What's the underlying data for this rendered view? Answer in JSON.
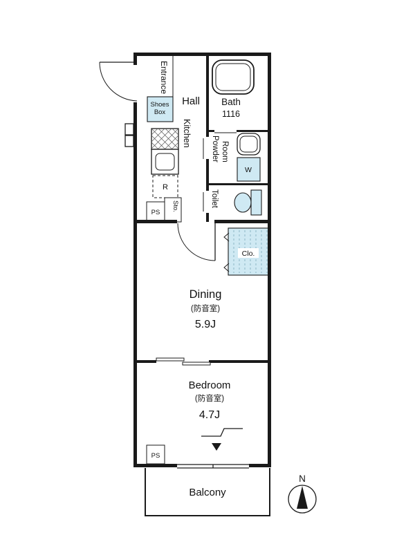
{
  "colors": {
    "wall": "#1a1a1a",
    "highlight": "#cfe9f3",
    "background": "#ffffff"
  },
  "rooms": {
    "entrance": {
      "label": "Entrance"
    },
    "shoes_box": {
      "line1": "Shoes",
      "line2": "Box"
    },
    "hall": {
      "label": "Hall"
    },
    "bath": {
      "label": "Bath",
      "size": "1116"
    },
    "kitchen": {
      "label": "Kitchen"
    },
    "refrigerator": {
      "label": "R"
    },
    "pipe_space_top": {
      "label": "PS"
    },
    "storage": {
      "label": "Sto."
    },
    "powder_room": {
      "line1": "Powder",
      "line2": "Room"
    },
    "washer": {
      "label": "W"
    },
    "toilet": {
      "label": "Toilet"
    },
    "closet": {
      "label": "Clo."
    },
    "dining": {
      "label": "Dining",
      "sub": "(防音室)",
      "size": "5.9J"
    },
    "bedroom": {
      "label": "Bedroom",
      "sub": "(防音室)",
      "size": "4.7J"
    },
    "pipe_space_bottom": {
      "label": "PS"
    },
    "balcony": {
      "label": "Balcony"
    }
  },
  "compass": {
    "label": "N"
  }
}
